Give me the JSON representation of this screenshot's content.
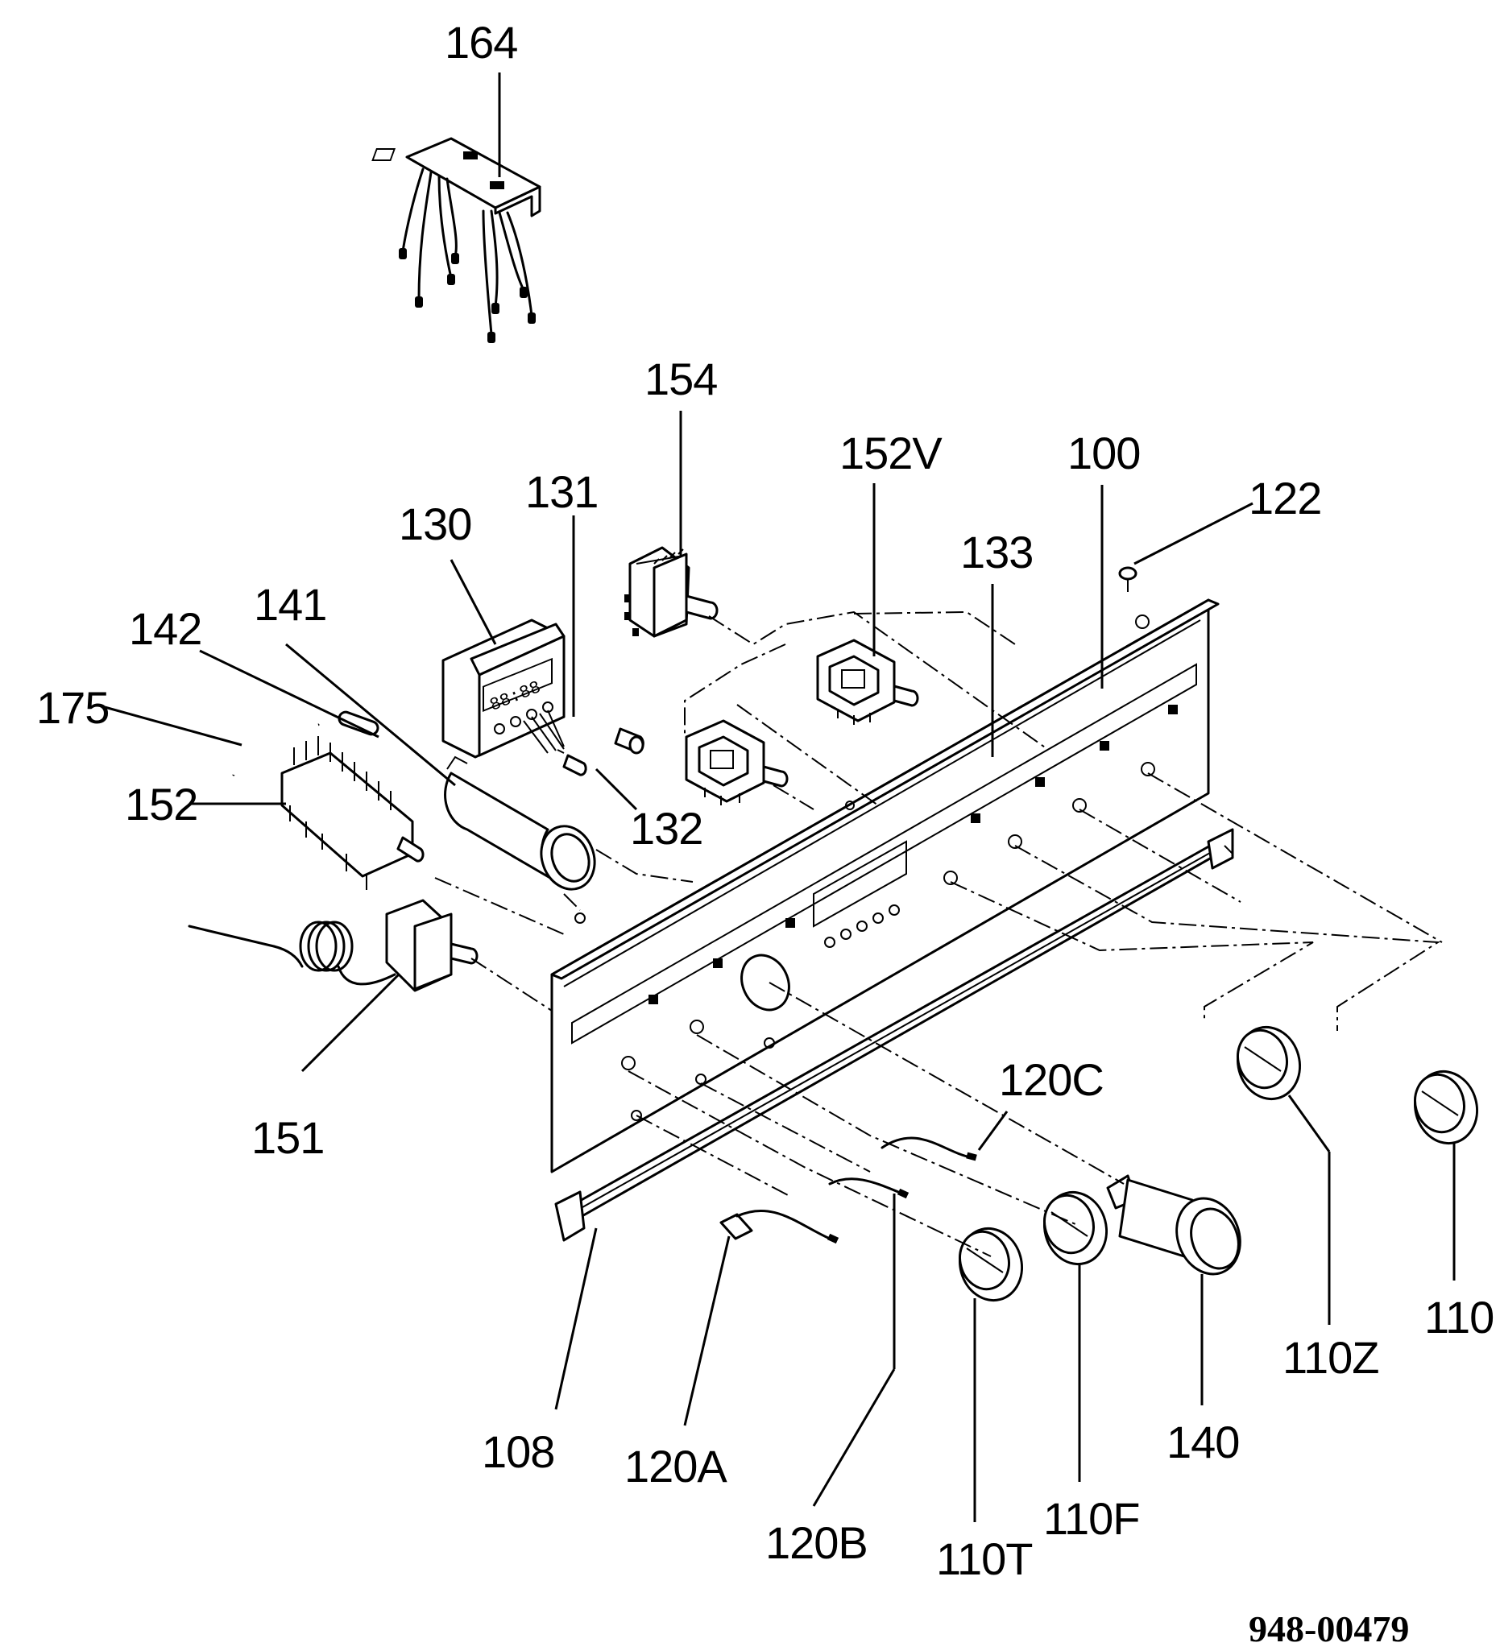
{
  "labels": {
    "l164": "164",
    "l154": "154",
    "l152v": "152V",
    "l100": "100",
    "l122": "122",
    "l133": "133",
    "l131": "131",
    "l130": "130",
    "l141": "141",
    "l142": "142",
    "l175": "175",
    "l152": "152",
    "l132": "132",
    "l151": "151",
    "l120c": "120C",
    "l108": "108",
    "l120a": "120A",
    "l120b": "120B",
    "l110t": "110T",
    "l110f": "110F",
    "l140": "140",
    "l110z": "110Z",
    "l110": "110"
  },
  "document_number": "948-00479",
  "clock_display": "88:88"
}
